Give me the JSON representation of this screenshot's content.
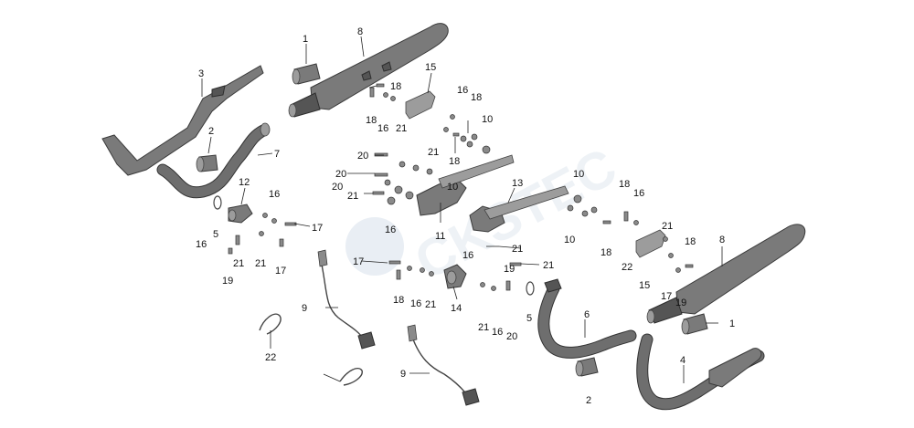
{
  "callouts": [
    {
      "id": "c1a",
      "text": "1"
    },
    {
      "id": "c1b",
      "text": "1"
    },
    {
      "id": "c2a",
      "text": "2"
    },
    {
      "id": "c2b",
      "text": "2"
    },
    {
      "id": "c3",
      "text": "3"
    },
    {
      "id": "c4",
      "text": "4"
    },
    {
      "id": "c5a",
      "text": "5"
    },
    {
      "id": "c5b",
      "text": "5"
    },
    {
      "id": "c6",
      "text": "6"
    },
    {
      "id": "c7",
      "text": "7"
    },
    {
      "id": "c8a",
      "text": "8"
    },
    {
      "id": "c8b",
      "text": "8"
    },
    {
      "id": "c9a",
      "text": "9"
    },
    {
      "id": "c9b",
      "text": "9"
    },
    {
      "id": "c10a",
      "text": "10"
    },
    {
      "id": "c10b",
      "text": "10"
    },
    {
      "id": "c10c",
      "text": "10"
    },
    {
      "id": "c10d",
      "text": "10"
    },
    {
      "id": "c11",
      "text": "11"
    },
    {
      "id": "c12",
      "text": "12"
    },
    {
      "id": "c13",
      "text": "13"
    },
    {
      "id": "c14",
      "text": "14"
    },
    {
      "id": "c15a",
      "text": "15"
    },
    {
      "id": "c15b",
      "text": "15"
    },
    {
      "id": "c16a",
      "text": "16"
    },
    {
      "id": "c16b",
      "text": "16"
    },
    {
      "id": "c16c",
      "text": "16"
    },
    {
      "id": "c16d",
      "text": "16"
    },
    {
      "id": "c16e",
      "text": "16"
    },
    {
      "id": "c16f",
      "text": "16"
    },
    {
      "id": "c16g",
      "text": "16"
    },
    {
      "id": "c16h",
      "text": "16"
    },
    {
      "id": "c16i",
      "text": "16"
    },
    {
      "id": "c17a",
      "text": "17"
    },
    {
      "id": "c17b",
      "text": "17"
    },
    {
      "id": "c17c",
      "text": "17"
    },
    {
      "id": "c17d",
      "text": "17"
    },
    {
      "id": "c18a",
      "text": "18"
    },
    {
      "id": "c18b",
      "text": "18"
    },
    {
      "id": "c18c",
      "text": "18"
    },
    {
      "id": "c18d",
      "text": "18"
    },
    {
      "id": "c18e",
      "text": "18"
    },
    {
      "id": "c18f",
      "text": "18"
    },
    {
      "id": "c18g",
      "text": "18"
    },
    {
      "id": "c18h",
      "text": "18"
    },
    {
      "id": "c19a",
      "text": "19"
    },
    {
      "id": "c19b",
      "text": "19"
    },
    {
      "id": "c19c",
      "text": "19"
    },
    {
      "id": "c20a",
      "text": "20"
    },
    {
      "id": "c20b",
      "text": "20"
    },
    {
      "id": "c20c",
      "text": "20"
    },
    {
      "id": "c20d",
      "text": "20"
    },
    {
      "id": "c21a",
      "text": "21"
    },
    {
      "id": "c21b",
      "text": "21"
    },
    {
      "id": "c21c",
      "text": "21"
    },
    {
      "id": "c21d",
      "text": "21"
    },
    {
      "id": "c21e",
      "text": "21"
    },
    {
      "id": "c21f",
      "text": "21"
    },
    {
      "id": "c21g",
      "text": "21"
    },
    {
      "id": "c21h",
      "text": "21"
    },
    {
      "id": "c21i",
      "text": "21"
    },
    {
      "id": "c21j",
      "text": "21"
    },
    {
      "id": "c22a",
      "text": "22"
    },
    {
      "id": "c22b",
      "text": "22"
    }
  ],
  "watermark": {
    "text": "CKSTEC"
  },
  "colors": {
    "metal": "#7a7a7a",
    "outline": "#333333",
    "watermark": "#e9eef4"
  }
}
